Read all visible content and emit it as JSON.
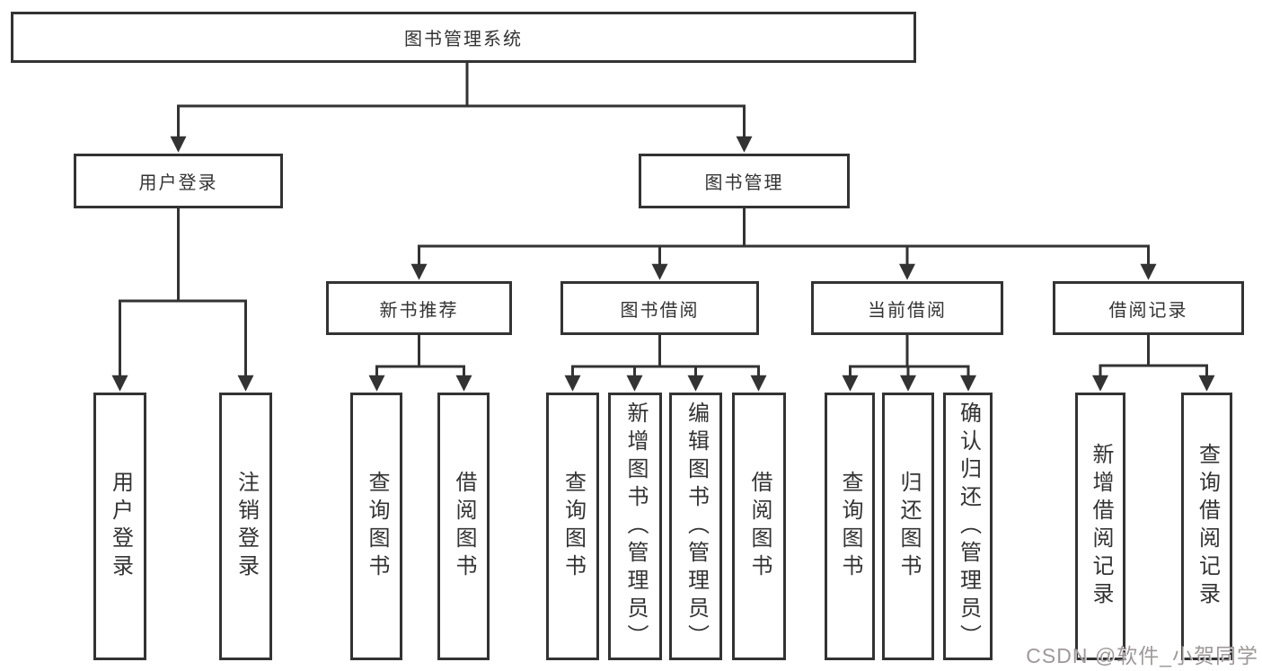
{
  "diagram": {
    "title": "图书管理系统",
    "root": {
      "label": "图书管理系统"
    },
    "level2": [
      {
        "id": "user-login",
        "label": "用户登录"
      },
      {
        "id": "book-management",
        "label": "图书管理"
      }
    ],
    "level3": [
      {
        "id": "new-book-recommend",
        "parent": "图书管理",
        "label": "新书推荐"
      },
      {
        "id": "book-borrow",
        "parent": "图书管理",
        "label": "图书借阅"
      },
      {
        "id": "current-borrow",
        "parent": "图书管理",
        "label": "当前借阅"
      },
      {
        "id": "borrow-record",
        "parent": "图书管理",
        "label": "借阅记录"
      }
    ],
    "leaves": [
      {
        "parent": "用户登录",
        "label": "用户登录"
      },
      {
        "parent": "用户登录",
        "label": "注销登录"
      },
      {
        "parent": "新书推荐",
        "label": "查询图书"
      },
      {
        "parent": "新书推荐",
        "label": "借阅图书"
      },
      {
        "parent": "图书借阅",
        "label": "查询图书"
      },
      {
        "parent": "图书借阅",
        "label": "新增图书（管理员）"
      },
      {
        "parent": "图书借阅",
        "label": "编辑图书（管理员）"
      },
      {
        "parent": "图书借阅",
        "label": "借阅图书"
      },
      {
        "parent": "当前借阅",
        "label": "查询图书"
      },
      {
        "parent": "当前借阅",
        "label": "归还图书"
      },
      {
        "parent": "当前借阅",
        "label": "确认归还（管理员）"
      },
      {
        "parent": "借阅记录",
        "label": "新增借阅记录"
      },
      {
        "parent": "借阅记录",
        "label": "查询借阅记录"
      }
    ],
    "watermark": "CSDN @软件_小贺同学",
    "colors": {
      "line": "#333333",
      "text": "#333333",
      "box_background": "#ffffff",
      "page_background": "#ffffff",
      "watermark": "#8e8686"
    }
  }
}
